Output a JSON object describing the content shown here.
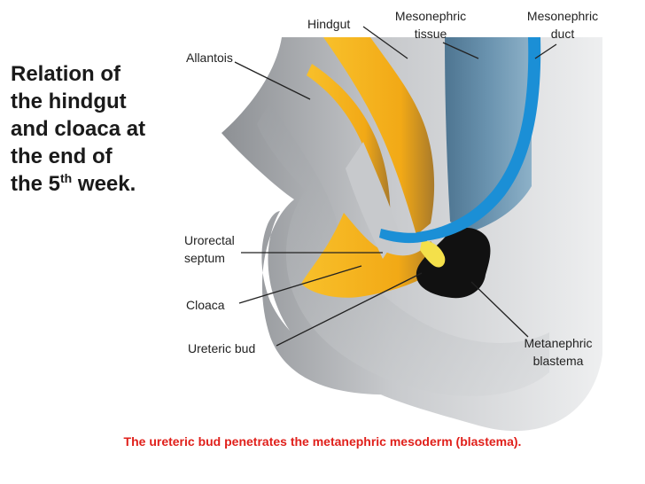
{
  "title": {
    "line1": "Relation of",
    "line2": "the hindgut",
    "line3": "and cloaca at",
    "line4": "the end of",
    "line5_pre": "the 5",
    "line5_sup": "th",
    "line5_post": " week."
  },
  "labels": {
    "hindgut": "Hindgut",
    "mesonephric_tissue_1": "Mesonephric",
    "mesonephric_tissue_2": "tissue",
    "mesonephric_duct_1": "Mesonephric",
    "mesonephric_duct_2": "duct",
    "allantois": "Allantois",
    "urorectal_septum_1": "Urorectal",
    "urorectal_septum_2": "septum",
    "cloaca": "Cloaca",
    "ureteric_bud": "Ureteric bud",
    "metanephric_blastema_1": "Metanephric",
    "metanephric_blastema_2": "blastema"
  },
  "caption": "The ureteric bud penetrates the metanephric mesoderm (blastema).",
  "colors": {
    "gut_yellow": "#f5b21b",
    "duct_blue": "#1b8fd6",
    "blastema_black": "#111111",
    "tissue_gray": "#b9bcc0",
    "caption_red": "#e0201b"
  }
}
